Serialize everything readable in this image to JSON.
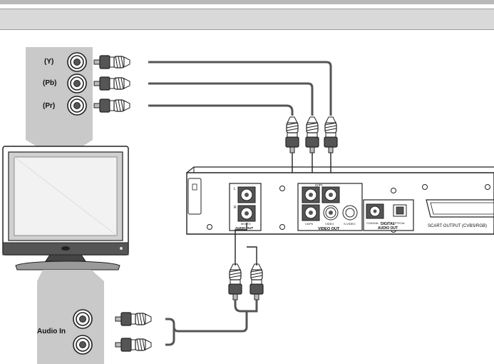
{
  "tv_panel": {
    "y_label": "(Y)",
    "pb_label": "(Pb)",
    "pr_label": "(Pr)",
    "audio_label": "Audio In"
  },
  "player": {
    "audio_l": "L",
    "audio_r": "R",
    "audio_mix": "MIX/TO",
    "audio_out": "AUDIO OUT",
    "cr_top": "Cr/Pr",
    "cb_label": "Cb/Pb",
    "video_label": "VIDEO",
    "svideo_label": "S-VIDEO",
    "video_out": "VIDEO OUT",
    "coaxial": "COAXIAL",
    "optical": "OPTICAL",
    "digital_line1": "DIGITAL",
    "digital_line2": "AUDIO OUT",
    "scart": "SCART OUTPUT (CVBS/RGB)"
  },
  "colors": {
    "panel": "#c9c9c9",
    "header": "#d9d9d9",
    "cable": "#555555",
    "line": "#222222"
  }
}
